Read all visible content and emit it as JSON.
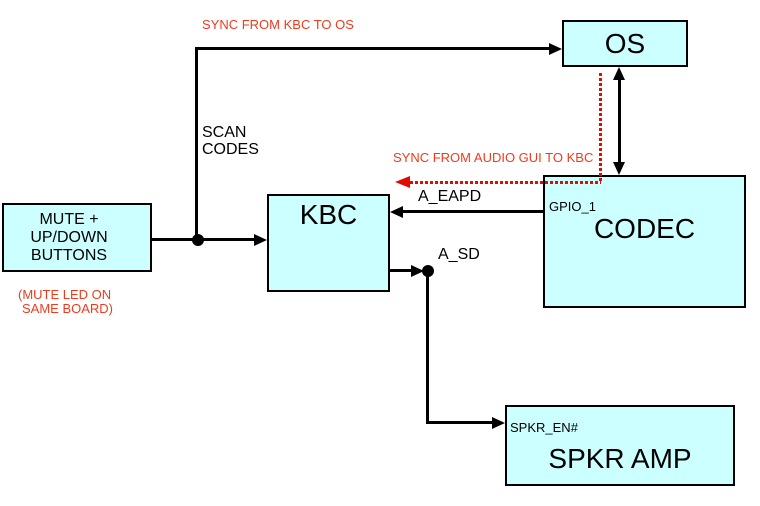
{
  "colors": {
    "box_fill": "#CCFFFF",
    "box_border": "#000000",
    "connector": "#000000",
    "red_annotation": "#EE3B1E",
    "red_connector": "#E00C00"
  },
  "boxes": {
    "mute": {
      "lines": [
        "MUTE +",
        "UP/DOWN",
        "BUTTONS"
      ]
    },
    "kbc": {
      "label": "KBC"
    },
    "os": {
      "label": "OS"
    },
    "codec": {
      "label": "CODEC",
      "pin": "GPIO_1"
    },
    "spkr_amp": {
      "label": "SPKR AMP",
      "pin": "SPKR_EN#"
    }
  },
  "annotations": {
    "sync_kbc_to_os": "SYNC FROM KBC TO OS",
    "sync_audio_gui_to_kbc": "SYNC FROM AUDIO GUI TO KBC",
    "mute_led_lines": [
      "(MUTE LED ON",
      "SAME BOARD)"
    ]
  },
  "signals": {
    "scan_codes_lines": [
      "SCAN",
      "CODES"
    ],
    "a_eapd": "A_EAPD",
    "a_sd": "A_SD"
  }
}
